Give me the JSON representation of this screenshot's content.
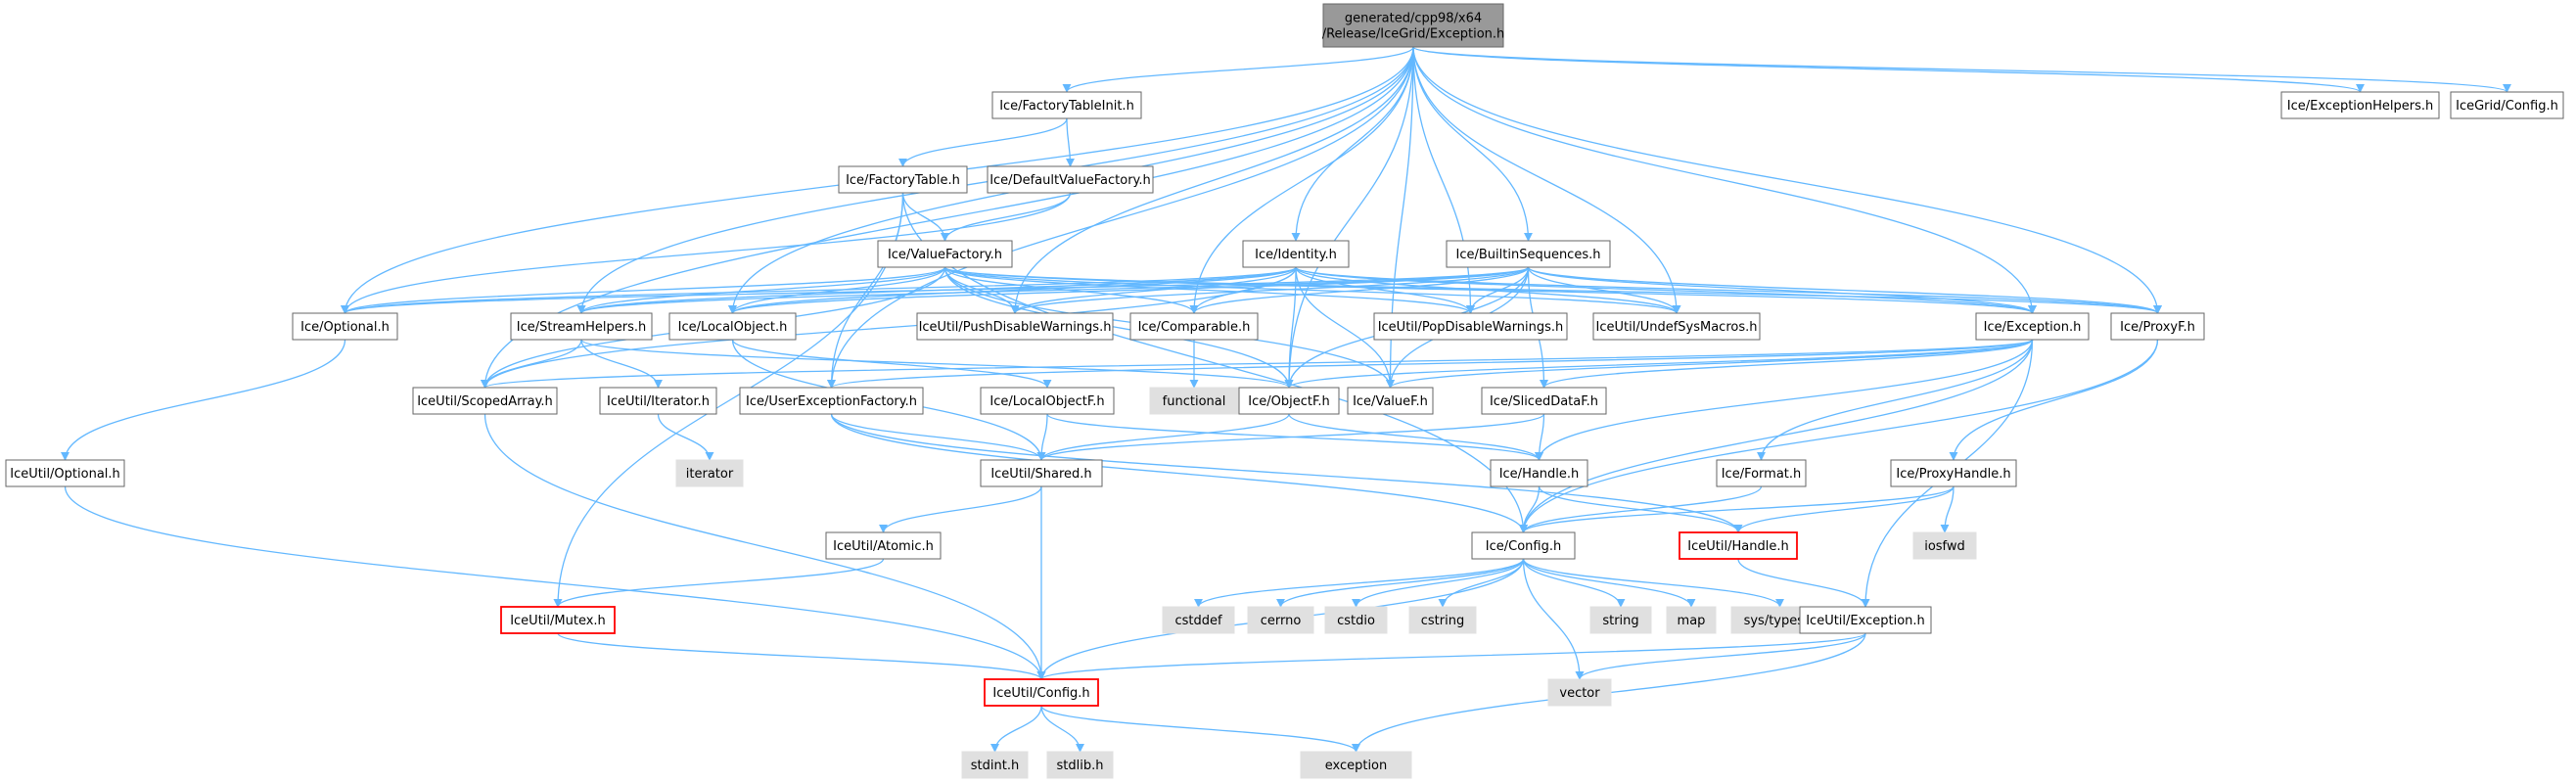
{
  "colors": {
    "edge": "#63b8ff",
    "node_fill": "#ffffff",
    "node_border": "#666666",
    "root_fill": "#999999",
    "system_fill": "#e0e0e0",
    "truncated_border": "#ff0000",
    "text": "#000000"
  },
  "nodes": [
    {
      "id": "root",
      "lines": [
        "generated/cpp98/x64",
        "/Release/IceGrid/Exception.h"
      ],
      "kind": "root"
    },
    {
      "id": "factorytableinit",
      "lines": [
        "Ice/FactoryTableInit.h"
      ],
      "kind": "normal"
    },
    {
      "id": "exceptionhelpers",
      "lines": [
        "Ice/ExceptionHelpers.h"
      ],
      "kind": "normal"
    },
    {
      "id": "icegridconfig",
      "lines": [
        "IceGrid/Config.h"
      ],
      "kind": "normal"
    },
    {
      "id": "factorytable",
      "lines": [
        "Ice/FactoryTable.h"
      ],
      "kind": "normal"
    },
    {
      "id": "defaultvaluefactory",
      "lines": [
        "Ice/DefaultValueFactory.h"
      ],
      "kind": "normal"
    },
    {
      "id": "valuefactory",
      "lines": [
        "Ice/ValueFactory.h"
      ],
      "kind": "normal"
    },
    {
      "id": "identity",
      "lines": [
        "Ice/Identity.h"
      ],
      "kind": "normal"
    },
    {
      "id": "builtinsequences",
      "lines": [
        "Ice/BuiltinSequences.h"
      ],
      "kind": "normal"
    },
    {
      "id": "optional",
      "lines": [
        "Ice/Optional.h"
      ],
      "kind": "normal"
    },
    {
      "id": "streamhelpers",
      "lines": [
        "Ice/StreamHelpers.h"
      ],
      "kind": "normal"
    },
    {
      "id": "localobject",
      "lines": [
        "Ice/LocalObject.h"
      ],
      "kind": "normal"
    },
    {
      "id": "pushdisable",
      "lines": [
        "IceUtil/PushDisableWarnings.h"
      ],
      "kind": "normal"
    },
    {
      "id": "comparable",
      "lines": [
        "Ice/Comparable.h"
      ],
      "kind": "normal"
    },
    {
      "id": "popdisable",
      "lines": [
        "IceUtil/PopDisableWarnings.h"
      ],
      "kind": "normal"
    },
    {
      "id": "undefsysmacros",
      "lines": [
        "IceUtil/UndefSysMacros.h"
      ],
      "kind": "normal"
    },
    {
      "id": "iceexception",
      "lines": [
        "Ice/Exception.h"
      ],
      "kind": "normal"
    },
    {
      "id": "proxyf",
      "lines": [
        "Ice/ProxyF.h"
      ],
      "kind": "normal"
    },
    {
      "id": "functional",
      "lines": [
        "functional"
      ],
      "kind": "system"
    },
    {
      "id": "scopedarray",
      "lines": [
        "IceUtil/ScopedArray.h"
      ],
      "kind": "normal"
    },
    {
      "id": "iterator_h",
      "lines": [
        "IceUtil/Iterator.h"
      ],
      "kind": "normal"
    },
    {
      "id": "userexceptionfactory",
      "lines": [
        "Ice/UserExceptionFactory.h"
      ],
      "kind": "normal"
    },
    {
      "id": "localobjectf",
      "lines": [
        "Ice/LocalObjectF.h"
      ],
      "kind": "normal"
    },
    {
      "id": "objectf",
      "lines": [
        "Ice/ObjectF.h"
      ],
      "kind": "normal"
    },
    {
      "id": "valuef",
      "lines": [
        "Ice/ValueF.h"
      ],
      "kind": "normal"
    },
    {
      "id": "slicedataf",
      "lines": [
        "Ice/SlicedDataF.h"
      ],
      "kind": "normal"
    },
    {
      "id": "iceutiloptional",
      "lines": [
        "IceUtil/Optional.h"
      ],
      "kind": "normal"
    },
    {
      "id": "iterator_sys",
      "lines": [
        "iterator"
      ],
      "kind": "system"
    },
    {
      "id": "shared",
      "lines": [
        "IceUtil/Shared.h"
      ],
      "kind": "normal"
    },
    {
      "id": "handle",
      "lines": [
        "Ice/Handle.h"
      ],
      "kind": "normal"
    },
    {
      "id": "format",
      "lines": [
        "Ice/Format.h"
      ],
      "kind": "normal"
    },
    {
      "id": "proxyhandle",
      "lines": [
        "Ice/ProxyHandle.h"
      ],
      "kind": "normal"
    },
    {
      "id": "atomic",
      "lines": [
        "IceUtil/Atomic.h"
      ],
      "kind": "normal"
    },
    {
      "id": "iceconfig",
      "lines": [
        "Ice/Config.h"
      ],
      "kind": "normal"
    },
    {
      "id": "iceutilhandle",
      "lines": [
        "IceUtil/Handle.h"
      ],
      "kind": "truncated"
    },
    {
      "id": "iosfwd",
      "lines": [
        "iosfwd"
      ],
      "kind": "system"
    },
    {
      "id": "mutex",
      "lines": [
        "IceUtil/Mutex.h"
      ],
      "kind": "truncated"
    },
    {
      "id": "cstddef",
      "lines": [
        "cstddef"
      ],
      "kind": "system"
    },
    {
      "id": "cerrno",
      "lines": [
        "cerrno"
      ],
      "kind": "system"
    },
    {
      "id": "cstdio",
      "lines": [
        "cstdio"
      ],
      "kind": "system"
    },
    {
      "id": "cstring",
      "lines": [
        "cstring"
      ],
      "kind": "system"
    },
    {
      "id": "string",
      "lines": [
        "string"
      ],
      "kind": "system"
    },
    {
      "id": "map",
      "lines": [
        "map"
      ],
      "kind": "system"
    },
    {
      "id": "systypes",
      "lines": [
        "sys/types.h"
      ],
      "kind": "system"
    },
    {
      "id": "iceutilexception",
      "lines": [
        "IceUtil/Exception.h"
      ],
      "kind": "normal"
    },
    {
      "id": "vector",
      "lines": [
        "vector"
      ],
      "kind": "system"
    },
    {
      "id": "iceutilconfig",
      "lines": [
        "IceUtil/Config.h"
      ],
      "kind": "truncated"
    },
    {
      "id": "stdint",
      "lines": [
        "stdint.h"
      ],
      "kind": "system"
    },
    {
      "id": "stdlib",
      "lines": [
        "stdlib.h"
      ],
      "kind": "system"
    },
    {
      "id": "exception",
      "lines": [
        "exception"
      ],
      "kind": "system"
    }
  ],
  "edges": [
    [
      "root",
      "factorytableinit"
    ],
    [
      "root",
      "exceptionhelpers"
    ],
    [
      "root",
      "icegridconfig"
    ],
    [
      "root",
      "identity"
    ],
    [
      "root",
      "builtinsequences"
    ],
    [
      "root",
      "optional"
    ],
    [
      "root",
      "streamhelpers"
    ],
    [
      "root",
      "localobject"
    ],
    [
      "root",
      "pushdisable"
    ],
    [
      "root",
      "comparable"
    ],
    [
      "root",
      "popdisable"
    ],
    [
      "root",
      "undefsysmacros"
    ],
    [
      "root",
      "iceexception"
    ],
    [
      "root",
      "proxyf"
    ],
    [
      "root",
      "scopedarray"
    ],
    [
      "root",
      "userexceptionfactory"
    ],
    [
      "root",
      "objectf"
    ],
    [
      "root",
      "valuef"
    ],
    [
      "factorytableinit",
      "factorytable"
    ],
    [
      "factorytableinit",
      "defaultvaluefactory"
    ],
    [
      "factorytable",
      "valuefactory"
    ],
    [
      "factorytable",
      "iceconfig"
    ],
    [
      "factorytable",
      "mutex"
    ],
    [
      "factorytable",
      "userexceptionfactory"
    ],
    [
      "defaultvaluefactory",
      "valuefactory"
    ],
    [
      "defaultvaluefactory",
      "optional"
    ],
    [
      "valuefactory",
      "optional"
    ],
    [
      "valuefactory",
      "streamhelpers"
    ],
    [
      "valuefactory",
      "localobject"
    ],
    [
      "valuefactory",
      "pushdisable"
    ],
    [
      "valuefactory",
      "comparable"
    ],
    [
      "valuefactory",
      "popdisable"
    ],
    [
      "valuefactory",
      "undefsysmacros"
    ],
    [
      "valuefactory",
      "iceexception"
    ],
    [
      "valuefactory",
      "proxyf"
    ],
    [
      "valuefactory",
      "scopedarray"
    ],
    [
      "valuefactory",
      "objectf"
    ],
    [
      "valuefactory",
      "valuef"
    ],
    [
      "identity",
      "optional"
    ],
    [
      "identity",
      "streamhelpers"
    ],
    [
      "identity",
      "localobject"
    ],
    [
      "identity",
      "pushdisable"
    ],
    [
      "identity",
      "comparable"
    ],
    [
      "identity",
      "popdisable"
    ],
    [
      "identity",
      "undefsysmacros"
    ],
    [
      "identity",
      "iceexception"
    ],
    [
      "identity",
      "proxyf"
    ],
    [
      "identity",
      "scopedarray"
    ],
    [
      "identity",
      "objectf"
    ],
    [
      "identity",
      "valuef"
    ],
    [
      "builtinsequences",
      "optional"
    ],
    [
      "builtinsequences",
      "streamhelpers"
    ],
    [
      "builtinsequences",
      "localobject"
    ],
    [
      "builtinsequences",
      "pushdisable"
    ],
    [
      "builtinsequences",
      "comparable"
    ],
    [
      "builtinsequences",
      "popdisable"
    ],
    [
      "builtinsequences",
      "undefsysmacros"
    ],
    [
      "builtinsequences",
      "iceexception"
    ],
    [
      "builtinsequences",
      "proxyf"
    ],
    [
      "builtinsequences",
      "objectf"
    ],
    [
      "builtinsequences",
      "valuef"
    ],
    [
      "builtinsequences",
      "slicedataf"
    ],
    [
      "optional",
      "iceutiloptional"
    ],
    [
      "streamhelpers",
      "scopedarray"
    ],
    [
      "streamhelpers",
      "iterator_h"
    ],
    [
      "streamhelpers",
      "objectf"
    ],
    [
      "localobject",
      "localobjectf"
    ],
    [
      "localobject",
      "shared"
    ],
    [
      "comparable",
      "functional"
    ],
    [
      "iceexception",
      "objectf"
    ],
    [
      "iceexception",
      "valuef"
    ],
    [
      "iceexception",
      "slicedataf"
    ],
    [
      "iceexception",
      "handle"
    ],
    [
      "iceexception",
      "format"
    ],
    [
      "iceexception",
      "iceconfig"
    ],
    [
      "iceexception",
      "iceutilexception"
    ],
    [
      "iceexception",
      "scopedarray"
    ],
    [
      "iceexception",
      "userexceptionfactory"
    ],
    [
      "proxyf",
      "proxyhandle"
    ],
    [
      "proxyf",
      "iceconfig"
    ],
    [
      "iterator_h",
      "iterator_sys"
    ],
    [
      "scopedarray",
      "iceutilconfig"
    ],
    [
      "userexceptionfactory",
      "shared"
    ],
    [
      "userexceptionfactory",
      "iceconfig"
    ],
    [
      "userexceptionfactory",
      "iceutilhandle"
    ],
    [
      "localobjectf",
      "shared"
    ],
    [
      "localobjectf",
      "handle"
    ],
    [
      "objectf",
      "shared"
    ],
    [
      "objectf",
      "handle"
    ],
    [
      "slicedataf",
      "shared"
    ],
    [
      "slicedataf",
      "handle"
    ],
    [
      "iceutiloptional",
      "iceutilconfig"
    ],
    [
      "shared",
      "atomic"
    ],
    [
      "shared",
      "iceutilconfig"
    ],
    [
      "atomic",
      "mutex"
    ],
    [
      "handle",
      "iceconfig"
    ],
    [
      "handle",
      "iceutilhandle"
    ],
    [
      "format",
      "iceconfig"
    ],
    [
      "proxyhandle",
      "iceconfig"
    ],
    [
      "proxyhandle",
      "iceutilhandle"
    ],
    [
      "proxyhandle",
      "iosfwd"
    ],
    [
      "iceconfig",
      "cstddef"
    ],
    [
      "iceconfig",
      "cerrno"
    ],
    [
      "iceconfig",
      "cstdio"
    ],
    [
      "iceconfig",
      "cstring"
    ],
    [
      "iceconfig",
      "string"
    ],
    [
      "iceconfig",
      "map"
    ],
    [
      "iceconfig",
      "systypes"
    ],
    [
      "iceconfig",
      "vector"
    ],
    [
      "iceconfig",
      "iceutilconfig"
    ],
    [
      "iceutilhandle",
      "iceutilexception"
    ],
    [
      "mutex",
      "iceutilconfig"
    ],
    [
      "iceutilexception",
      "iceutilconfig"
    ],
    [
      "iceutilexception",
      "vector"
    ],
    [
      "iceutilexception",
      "exception"
    ],
    [
      "iceutilconfig",
      "stdint"
    ],
    [
      "iceutilconfig",
      "stdlib"
    ],
    [
      "iceutilconfig",
      "exception"
    ]
  ]
}
